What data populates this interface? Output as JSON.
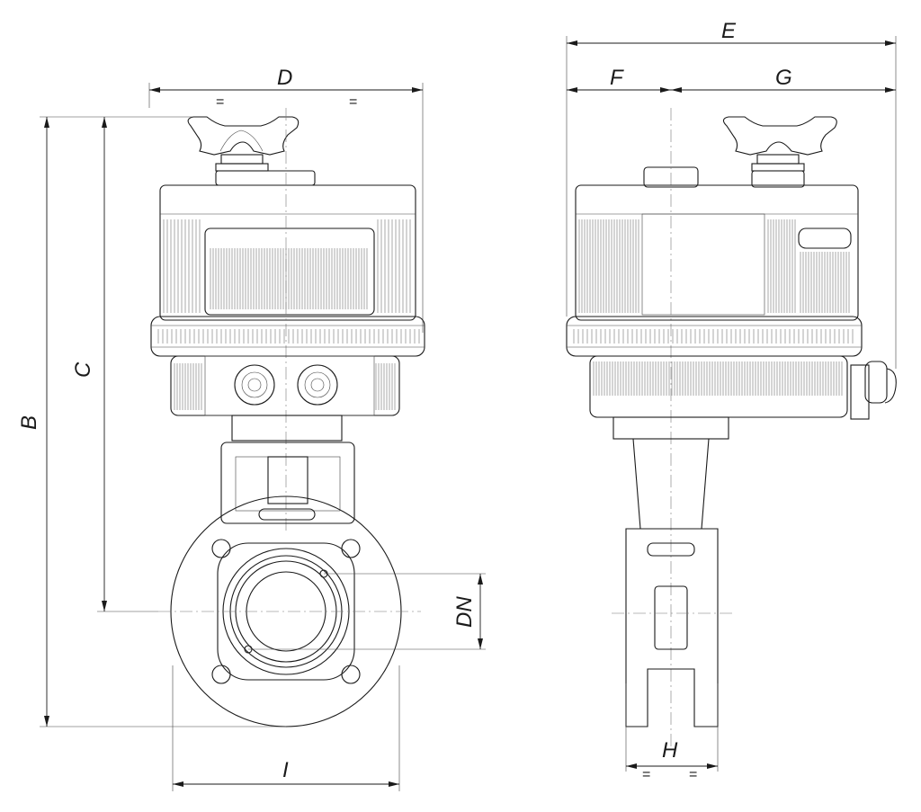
{
  "dimensions": {
    "D": "D",
    "B": "B",
    "C": "C",
    "DN": "DN",
    "I": "I",
    "E": "E",
    "F": "F",
    "G": "G",
    "H": "H"
  },
  "symmetry_marks": {
    "top_left": "=",
    "top_right": "=",
    "bottom_left": "=",
    "bottom_right": "="
  }
}
